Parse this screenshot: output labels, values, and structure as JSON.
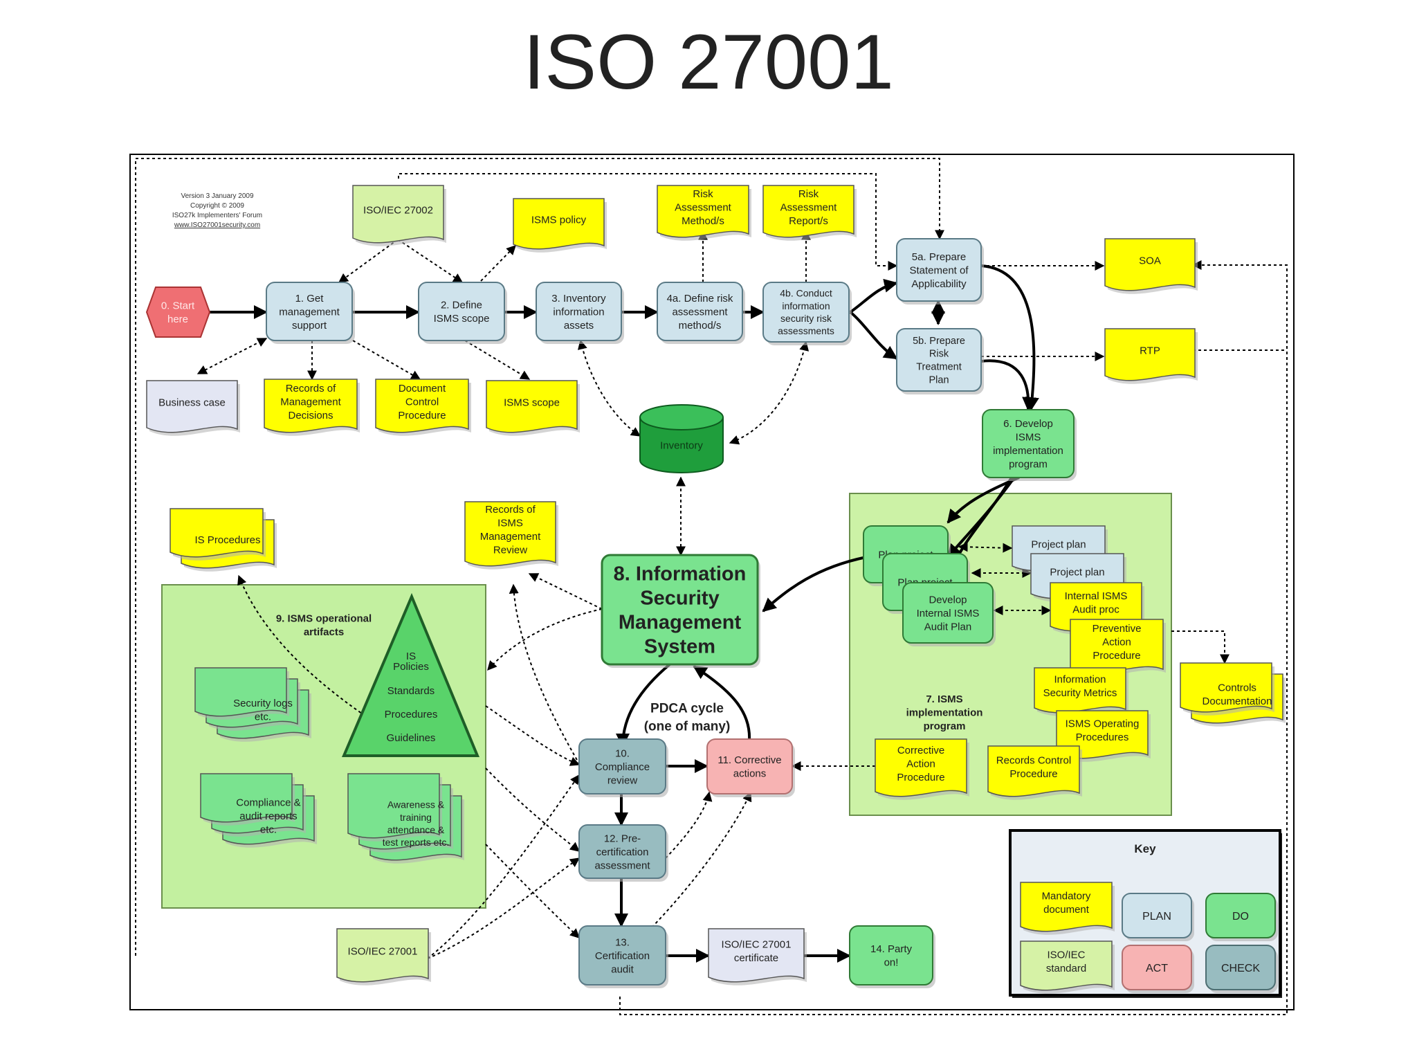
{
  "title": "ISO 27001",
  "colors": {
    "mandatory": "#ffff00",
    "standard": "#d6f2a6",
    "plan": "#cfe3ec",
    "do": "#7ae38f",
    "act": "#f7b3b3",
    "check": "#98bcc0",
    "start": "#ef6f73",
    "business_case": "#e3e6f3",
    "do_container": "#ccf2a6",
    "ops_container": "#c3f0a0",
    "key_bg": "#e8eef4"
  },
  "credit": [
    "Version 3 January 2009",
    "Copyright © 2009",
    "ISO27k Implementers' Forum",
    "www.ISO27001security.com"
  ],
  "nodes": {
    "start": [
      "0. Start",
      "here"
    ],
    "get_support": [
      "1. Get",
      "management",
      "support"
    ],
    "define_scope": [
      "2. Define",
      "ISMS scope"
    ],
    "inventory_assets": [
      "3. Inventory",
      "information",
      "assets"
    ],
    "define_method": [
      "4a. Define risk",
      "assessment",
      "method/s"
    ],
    "conduct_ra": [
      "4b. Conduct",
      "information",
      "security risk",
      "assessments"
    ],
    "prepare_soa": [
      "5a. Prepare",
      "Statement of",
      "Applicability"
    ],
    "prepare_rtp": [
      "5b. Prepare",
      "Risk",
      "Treatment",
      "Plan"
    ],
    "develop_program": [
      "6. Develop",
      "ISMS",
      "implementation",
      "program"
    ],
    "isms": [
      "8. Information",
      "Security",
      "Management",
      "System"
    ],
    "compliance_review": [
      "10.",
      "Compliance",
      "review"
    ],
    "corrective_actions": [
      "11. Corrective",
      "actions"
    ],
    "precert": [
      "12. Pre-",
      "certification",
      "assessment"
    ],
    "cert_audit": [
      "13.",
      "Certification",
      "audit"
    ],
    "party": [
      "14. Party",
      "on!"
    ],
    "inventory_db": [
      "Inventory"
    ],
    "plan_project_1": [
      "Plan project"
    ],
    "plan_project_2": [
      "Plan project"
    ],
    "develop_audit_plan": [
      "Develop",
      "Internal ISMS",
      "Audit Plan"
    ]
  },
  "documents": {
    "iso27002": [
      "ISO/IEC 27002"
    ],
    "isms_policy": [
      "ISMS policy"
    ],
    "ra_method_doc": [
      "Risk",
      "Assessment",
      "Method/s"
    ],
    "ra_report_doc": [
      "Risk",
      "Assessment",
      "Report/s"
    ],
    "soa_doc": [
      "SOA"
    ],
    "rtp_doc": [
      "RTP"
    ],
    "business_case": [
      "Business case"
    ],
    "records_mgmt_decisions": [
      "Records of",
      "Management",
      "Decisions"
    ],
    "doc_control_proc": [
      "Document",
      "Control",
      "Procedure"
    ],
    "isms_scope_doc": [
      "ISMS scope"
    ],
    "is_procedures": [
      "IS Procedures"
    ],
    "records_mgmt_review": [
      "Records of",
      "ISMS",
      "Management",
      "Review"
    ],
    "security_logs": [
      "Security logs",
      "etc."
    ],
    "compliance_reports": [
      "Compliance &",
      "audit reports",
      "etc."
    ],
    "awareness_reports": [
      "Awareness &",
      "training",
      "attendance &",
      "test reports etc."
    ],
    "iso27001_std": [
      "ISO/IEC 27001"
    ],
    "iso27001_cert": [
      "ISO/IEC 27001",
      "certificate"
    ],
    "project_plan_1": [
      "Project plan"
    ],
    "project_plan_2": [
      "Project plan"
    ],
    "internal_audit_proc": [
      "Internal ISMS",
      "Audit proc"
    ],
    "preventive_action_proc": [
      "Preventive",
      "Action",
      "Procedure"
    ],
    "info_sec_metrics": [
      "Information",
      "Security Metrics"
    ],
    "isms_operating_procs": [
      "ISMS Operating",
      "Procedures"
    ],
    "corrective_action_proc": [
      "Corrective",
      "Action",
      "Procedure"
    ],
    "records_control_proc": [
      "Records Control",
      "Procedure"
    ],
    "controls_documentation": [
      "Controls",
      "Documentation"
    ]
  },
  "labels": {
    "ops_artifacts": [
      "9. ISMS operational",
      "artifacts"
    ],
    "implementation_program": [
      "7. ISMS",
      "implementation",
      "program"
    ],
    "pdca": [
      "PDCA cycle",
      "(one of many)"
    ],
    "triangle": [
      "IS",
      "Policies",
      "Standards",
      "Procedures",
      "Guidelines"
    ]
  },
  "key": {
    "title": "Key",
    "mandatory": [
      "Mandatory",
      "document"
    ],
    "standard": [
      "ISO/IEC",
      "standard"
    ],
    "plan": "PLAN",
    "do": "DO",
    "act": "ACT",
    "check": "CHECK"
  }
}
